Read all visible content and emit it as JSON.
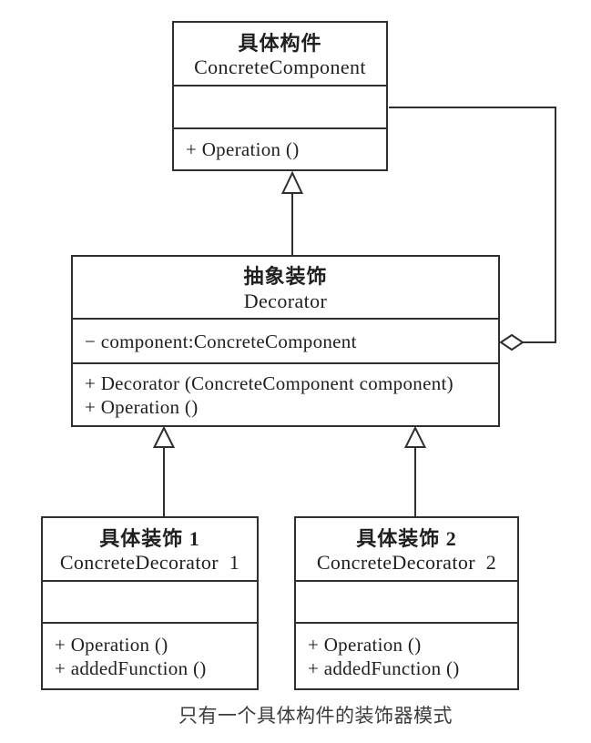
{
  "diagram": {
    "caption": "只有一个具体构件的装饰器模式",
    "colors": {
      "line": "#2f2f2f",
      "ink": "#1f1f1f",
      "background": "#ffffff",
      "caption_text": "#3c3c3c"
    },
    "classes": [
      {
        "id": "concrete-component",
        "title_zh": "具体构件",
        "title_en": "ConcreteComponent",
        "attributes": [],
        "operations": [
          "+ Operation ()"
        ]
      },
      {
        "id": "decorator",
        "title_zh": "抽象装饰",
        "title_en": "Decorator",
        "attributes": [
          "− component:ConcreteComponent"
        ],
        "operations": [
          "+ Decorator (ConcreteComponent component)",
          "+ Operation ()"
        ]
      },
      {
        "id": "concrete-decorator-1",
        "title_zh": "具体装饰 1",
        "title_en": "ConcreteDecorator  1",
        "attributes": [],
        "operations": [
          "+ Operation ()",
          "+ addedFunction ()"
        ]
      },
      {
        "id": "concrete-decorator-2",
        "title_zh": "具体装饰 2",
        "title_en": "ConcreteDecorator  2",
        "attributes": [],
        "operations": [
          "+ Operation ()",
          "+ addedFunction ()"
        ]
      }
    ],
    "relationships": [
      {
        "type": "generalization",
        "from": "Decorator",
        "to": "ConcreteComponent"
      },
      {
        "type": "generalization",
        "from": "ConcreteDecorator 1",
        "to": "Decorator"
      },
      {
        "type": "generalization",
        "from": "ConcreteDecorator 2",
        "to": "Decorator"
      },
      {
        "type": "aggregation",
        "owner": "Decorator",
        "part": "ConcreteComponent"
      }
    ]
  }
}
